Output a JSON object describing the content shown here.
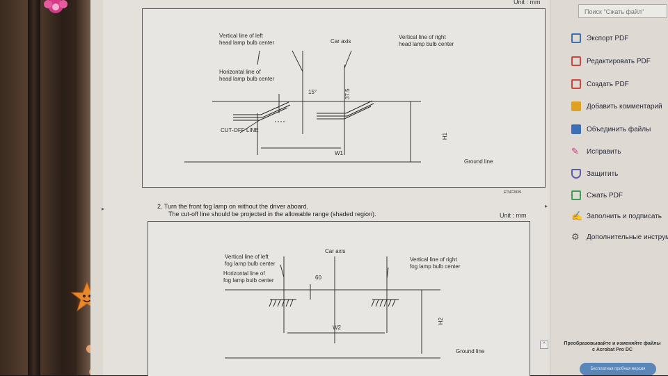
{
  "document": {
    "diagram1": {
      "unit": "Unit : mm",
      "vertical_left": "Vertical line of left\nhead lamp bulb center",
      "car_axis": "Car axis",
      "vertical_right": "Vertical line of right\nhead lamp bulb center",
      "horizontal": "Horizontal line of\nhead lamp bulb center",
      "angle": "15°",
      "offset": "37.5",
      "cutoff": "CUT-OFF LINE",
      "w1": "W1",
      "h1": "H1",
      "ground": "Ground line",
      "figure_id": "ETNC283S"
    },
    "step2": {
      "line1": "2.  Turn the front fog lamp on without the driver aboard.",
      "line2": "The cut-off line should be projected in the allowable range (shaded region)."
    },
    "diagram2": {
      "unit": "Unit : mm",
      "car_axis": "Car axis",
      "vertical_left": "Vertical line of left\nfog lamp bulb center",
      "horizontal": "Horizontal line of\nfog lamp bulb center",
      "vertical_right": "Vertical line of right\nfog lamp bulb center",
      "offset": "60",
      "w2": "W2",
      "h2": "H2",
      "ground": "Ground line"
    }
  },
  "tools_panel": {
    "search_placeholder": "Поиск \"Сжать файл\"",
    "items": [
      {
        "label": "Экспорт PDF",
        "icon": "export-pdf-icon",
        "color": "#3b6fb6"
      },
      {
        "label": "Редактировать PDF",
        "icon": "edit-pdf-icon",
        "color": "#d0443a"
      },
      {
        "label": "Создать PDF",
        "icon": "create-pdf-icon",
        "color": "#d0443a"
      },
      {
        "label": "Добавить комментарий",
        "icon": "comment-icon",
        "color": "#e0a020"
      },
      {
        "label": "Объединить файлы",
        "icon": "combine-files-icon",
        "color": "#3b6fb6"
      },
      {
        "label": "Исправить",
        "icon": "fix-icon",
        "color": "#c43a7a"
      },
      {
        "label": "Защитить",
        "icon": "protect-icon",
        "color": "#5a5ab0"
      },
      {
        "label": "Сжать PDF",
        "icon": "compress-pdf-icon",
        "color": "#3aa050"
      },
      {
        "label": "Заполнить и подписать",
        "icon": "fill-sign-icon",
        "color": "#8a4ab0"
      },
      {
        "label": "Дополнительные инструменты",
        "icon": "more-tools-icon",
        "color": "#555555"
      }
    ],
    "promo": "Преобразовывайте и изменяйте файлы\nс Acrobat Pro DC",
    "trial_button": "Бесплатная пробная версия"
  }
}
